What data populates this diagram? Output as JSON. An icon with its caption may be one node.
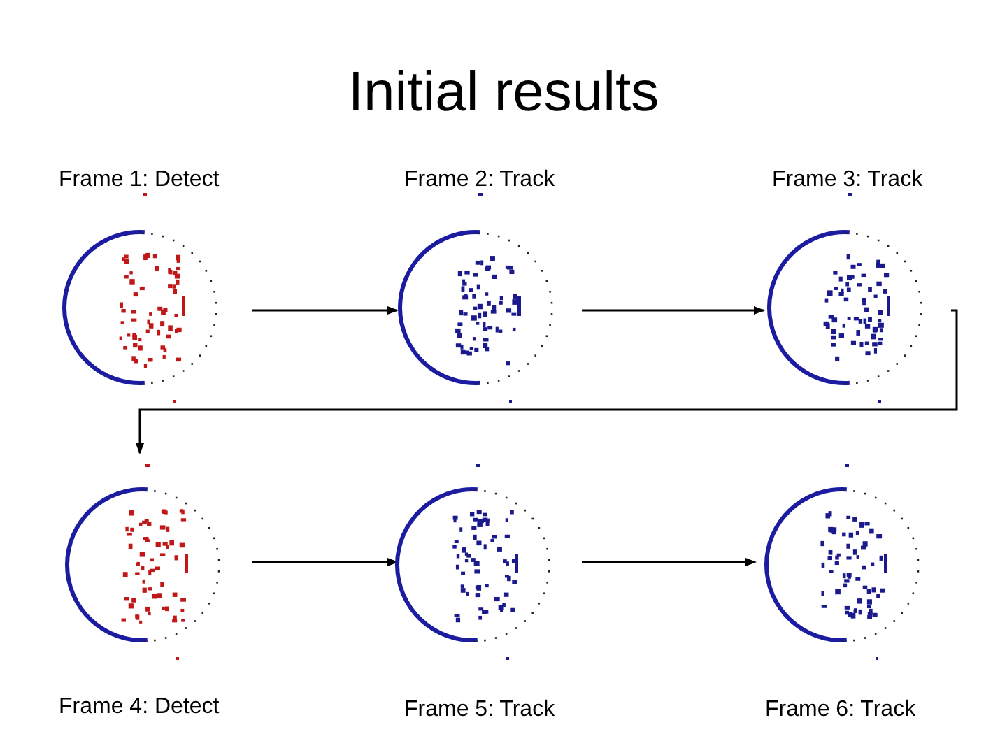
{
  "diagram": {
    "title": "Initial results",
    "nodes": [
      {
        "text": [
          "Frame 1: Detect"
        ]
      },
      {
        "text": [
          "Frame 2: Track"
        ]
      },
      {
        "text": [
          "Frame 3: Track"
        ]
      },
      {
        "text": [
          "Frame 4: Detect"
        ]
      },
      {
        "text": [
          "Frame 5: Track"
        ]
      },
      {
        "text": [
          "Frame 6: Track"
        ]
      }
    ],
    "edges": [
      {
        "from": 0,
        "to": 1,
        "arrow": "to"
      },
      {
        "from": 1,
        "to": 2,
        "arrow": "to"
      },
      {
        "from": 2,
        "to": 3,
        "arrow": "to"
      },
      {
        "from": 3,
        "to": 4,
        "arrow": "to"
      },
      {
        "from": 4,
        "to": 5,
        "arrow": "to"
      }
    ]
  }
}
